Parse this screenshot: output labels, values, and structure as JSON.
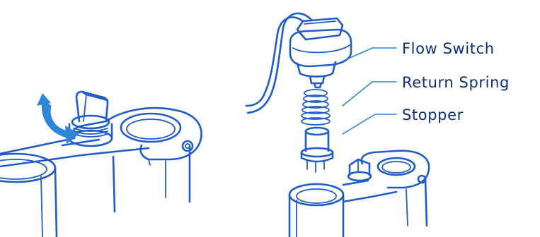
{
  "labels": {
    "flow_switch": "Flow Switch",
    "return_spring": "Return Spring",
    "stopper": "Stopper"
  },
  "colors": {
    "line": "#1f5cc8",
    "leader": "#2f86d8",
    "arrow": "#2f86d8",
    "text": "#0d2f7a"
  }
}
